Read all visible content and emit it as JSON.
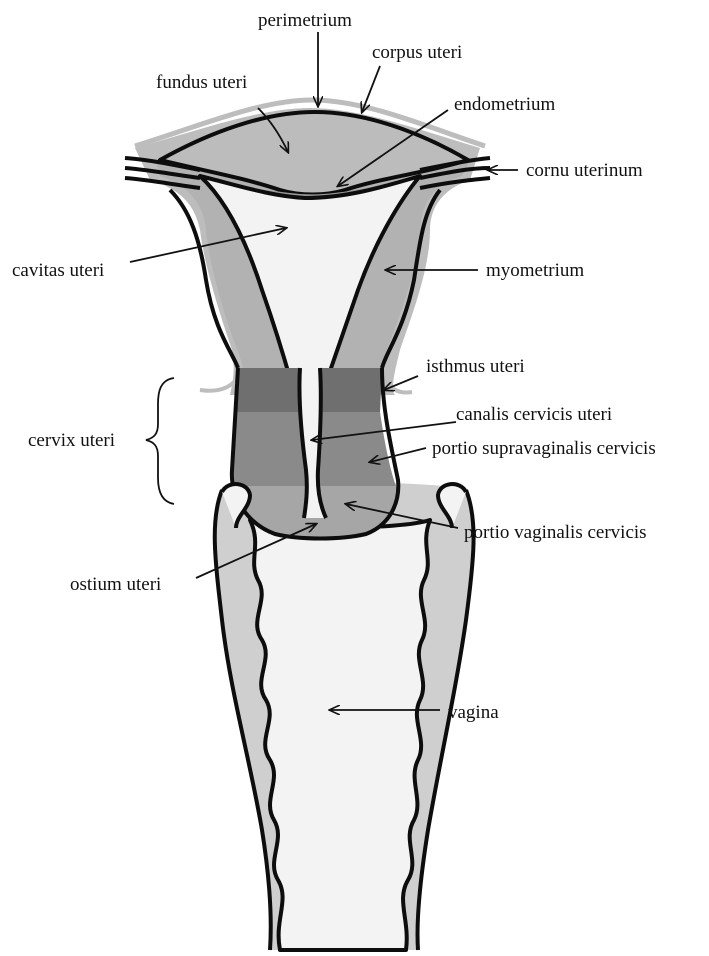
{
  "labels": {
    "perimetrium": "perimetrium",
    "corpus_uteri": "corpus uteri",
    "fundus_uteri": "fundus uteri",
    "endometrium": "endometrium",
    "cornu_uterinum": "cornu uterinum",
    "cavitas_uteri": "cavitas uteri",
    "myometrium": "myometrium",
    "isthmus_uteri": "isthmus uteri",
    "cervix_uteri": "cervix uteri",
    "canalis_cervicis_uteri": "canalis cervicis uteri",
    "portio_supravaginalis_cervicis": "portio supravaginalis cervicis",
    "portio_vaginalis_cervicis": "portio vaginalis cervicis",
    "ostium_uteri": "ostium uteri",
    "vagina": "vagina"
  },
  "colors": {
    "outline": "#0d0d0d",
    "perimetrium": "#bdbdbd",
    "myometrium": "#b2b2b2",
    "fundus": "#bcbcbc",
    "endometrium": "#999999",
    "isthmus": "#6f6f6f",
    "cervix": "#8a8a8a",
    "portio": "#a6a6a6",
    "vaginal_wall": "#cfcfcf",
    "cavity": "#f3f3f3"
  }
}
